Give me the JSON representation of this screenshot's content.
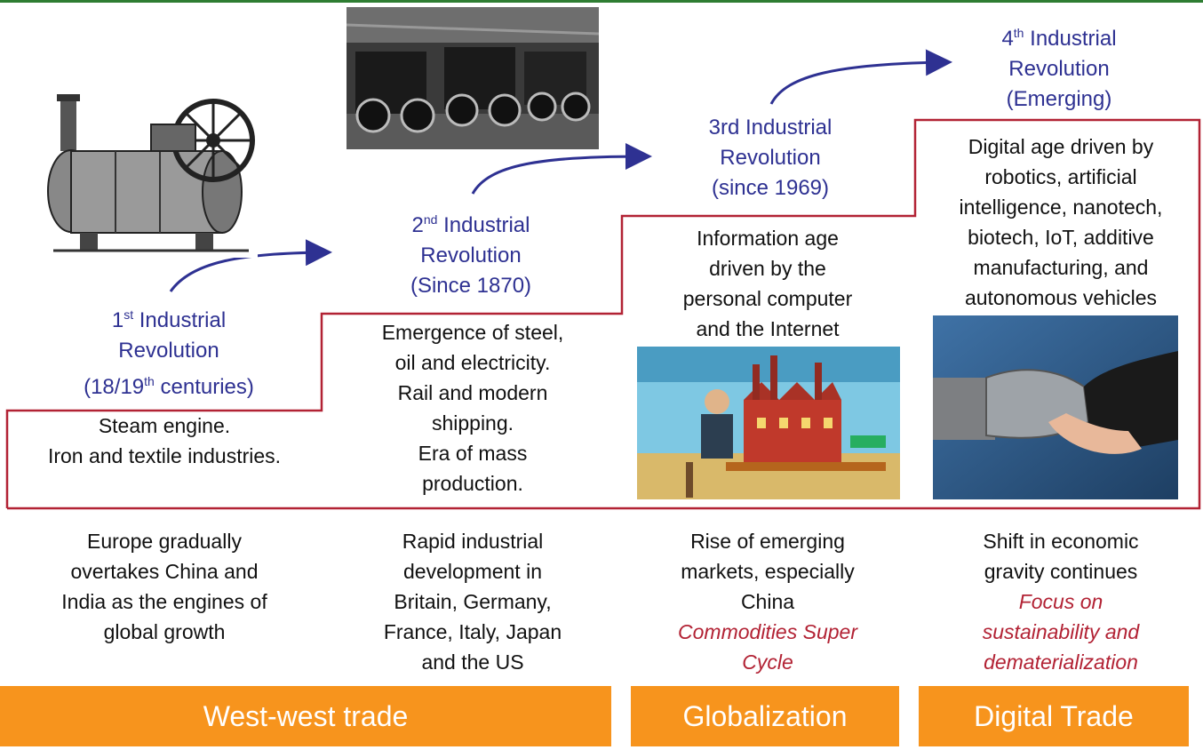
{
  "eras": [
    {
      "ord": "1",
      "ord_sup": "st",
      "title_rest": " Industrial",
      "title_line2": "Revolution",
      "title_line3_pre": "(18/19",
      "title_line3_sup": "th",
      "title_line3_post": " centuries)",
      "desc": [
        "Steam engine.",
        "Iron and textile industries."
      ],
      "impact": [
        "Europe gradually",
        "overtakes China and",
        "India as the engines of",
        "global growth"
      ]
    },
    {
      "ord": "2",
      "ord_sup": "nd",
      "title_rest": " Industrial",
      "title_line2": "Revolution",
      "title_line3": "(Since 1870)",
      "desc": [
        "Emergence of steel,",
        "oil and electricity.",
        "Rail and modern",
        "shipping.",
        "Era of mass",
        "production."
      ],
      "impact": [
        "Rapid industrial",
        "development in",
        "Britain, Germany,",
        "France, Italy, Japan",
        "and the US"
      ]
    },
    {
      "title_line1": "3rd Industrial",
      "title_line2": "Revolution",
      "title_line3": "(since 1969)",
      "desc": [
        "Information age",
        "driven by the",
        "personal computer",
        "and the Internet"
      ],
      "impact": [
        "Rise of emerging",
        "markets, especially",
        "China"
      ],
      "impact_highlight": [
        "Commodities Super",
        "Cycle"
      ]
    },
    {
      "ord": "4",
      "ord_sup": "th",
      "title_rest": " Industrial",
      "title_line2": "Revolution",
      "title_line3": "(Emerging)",
      "desc": [
        "Digital age driven by",
        "robotics, artificial",
        "intelligence, nanotech,",
        "biotech, IoT, additive",
        "manufacturing, and",
        "autonomous vehicles"
      ],
      "impact": [
        "Shift in economic",
        "gravity continues"
      ],
      "impact_highlight": [
        "Focus on",
        "sustainability and",
        "dematerialization"
      ]
    }
  ],
  "trade_bars": [
    "West-west trade",
    "Globalization",
    "Digital Trade"
  ],
  "colors": {
    "title_blue": "#2e3192",
    "stair_line": "#b22234",
    "highlight_red": "#b22234",
    "bar_orange": "#f7941d",
    "top_rule": "#2e7d32"
  },
  "icons": [
    "steam-engine-illustration",
    "assembly-line-photo",
    "factory-computer-illustration",
    "robot-handshake-photo"
  ]
}
